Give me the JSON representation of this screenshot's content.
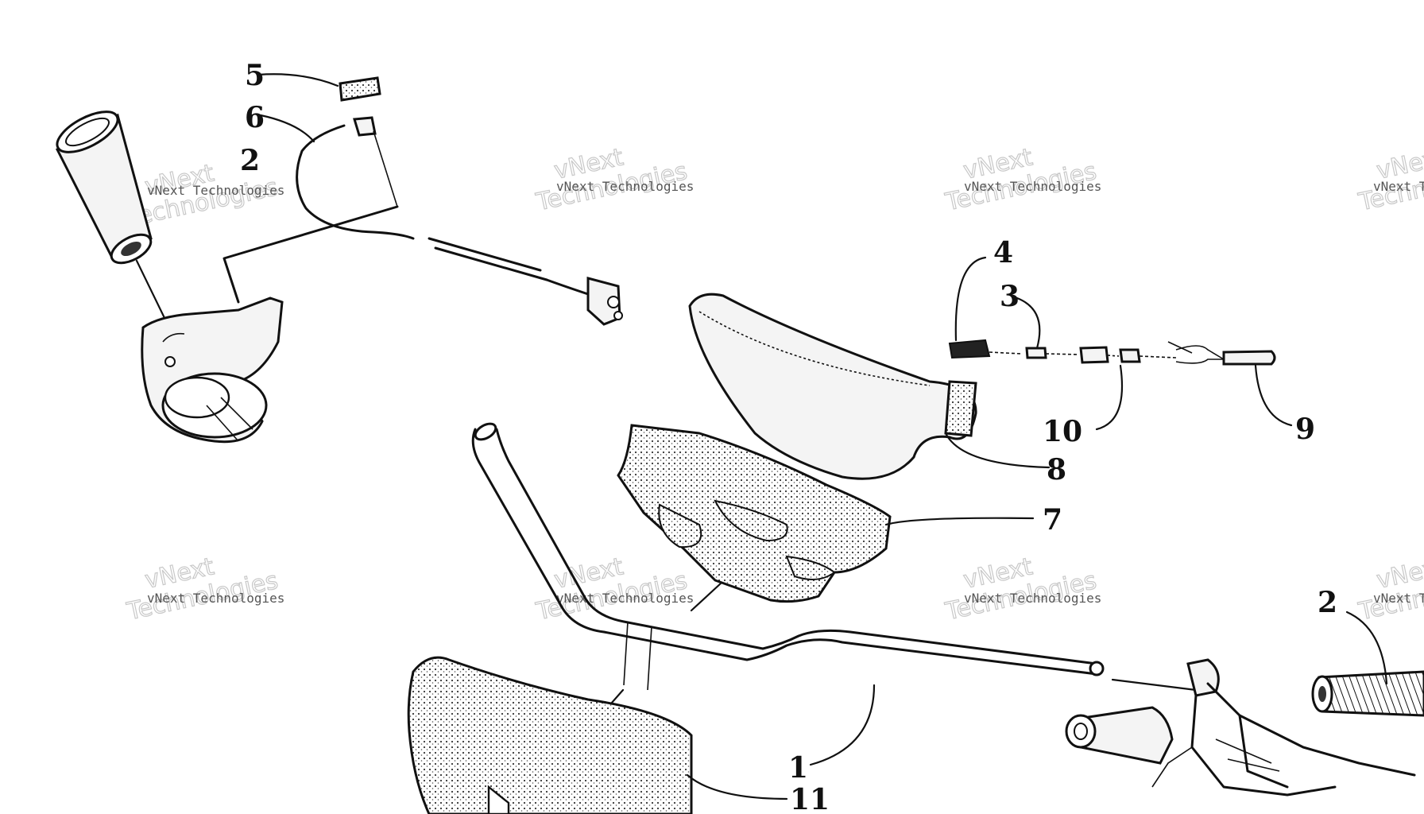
{
  "callouts": {
    "c1": "1",
    "c2a": "2",
    "c2b": "2",
    "c3": "3",
    "c4": "4",
    "c5": "5",
    "c6": "6",
    "c7": "7",
    "c8": "8",
    "c9": "9",
    "c10": "10",
    "c11": "11"
  },
  "watermark": {
    "line1": "vNext Technologies",
    "line2": "vNext",
    "line3": "Technologies"
  },
  "colors": {
    "ink": "#111111",
    "watermark": "#c8c8c8",
    "background": "#ffffff"
  }
}
